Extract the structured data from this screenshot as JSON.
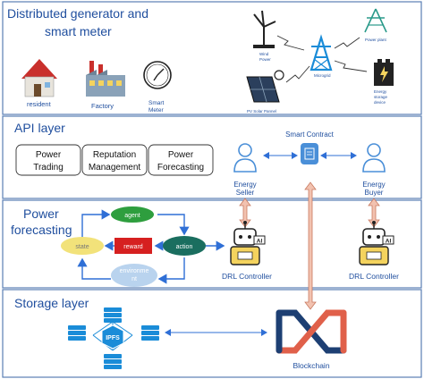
{
  "layers": {
    "generator": "Distributed generator and",
    "generator_line2": "smart meter",
    "api": "API layer",
    "forecasting_line1": "Power",
    "forecasting_line2": "forecasting",
    "storage": "Storage layer"
  },
  "generator": {
    "resident": "resident",
    "factory": "Factory",
    "smart_meter_1": "Smart",
    "smart_meter_2": "Meter",
    "wind_power_1": "Wind",
    "wind_power_2": "Power",
    "pv_solar": "PV Solar Pannel",
    "microgrid": "Microgrid",
    "power_plant": "Power plant",
    "energy_storage_1": "Energy",
    "energy_storage_2": "storage",
    "energy_storage_3": "device"
  },
  "api": {
    "power_trading_1": "Power",
    "power_trading_2": "Trading",
    "reputation_1": "Reputation",
    "reputation_2": "Management",
    "forecasting_1": "Power",
    "forecasting_2": "Forecasting",
    "smart_contract": "Smart Contract",
    "seller_1": "Energy",
    "seller_2": "Seller",
    "buyer_1": "Energy",
    "buyer_2": "Buyer"
  },
  "forecasting": {
    "agent": "agent",
    "state": "state",
    "reward": "reward",
    "action": "action",
    "environment_1": "environme",
    "environment_2": "nt",
    "drl_left": "DRL Controller",
    "drl_right": "DRL Controller",
    "ai_badge": "AI"
  },
  "storage": {
    "ipfs": "IPFS",
    "blockchain": "Blockchain"
  },
  "colors": {
    "layer_border": "#5b7fb5",
    "layer_title": "#1f4e9e",
    "agent_green": "#2e9e3e",
    "reward_red": "#d62020",
    "action_teal": "#1a6e5f",
    "state_yellow": "#f2e27a",
    "env_blue": "#b9d3ee",
    "arrow_blue": "#2f6fd6",
    "icon_blue": "#4a8fd8",
    "chain_dark": "#1d3f73",
    "chain_red": "#e0604a",
    "pink_arrow": "#f2c2b0"
  }
}
